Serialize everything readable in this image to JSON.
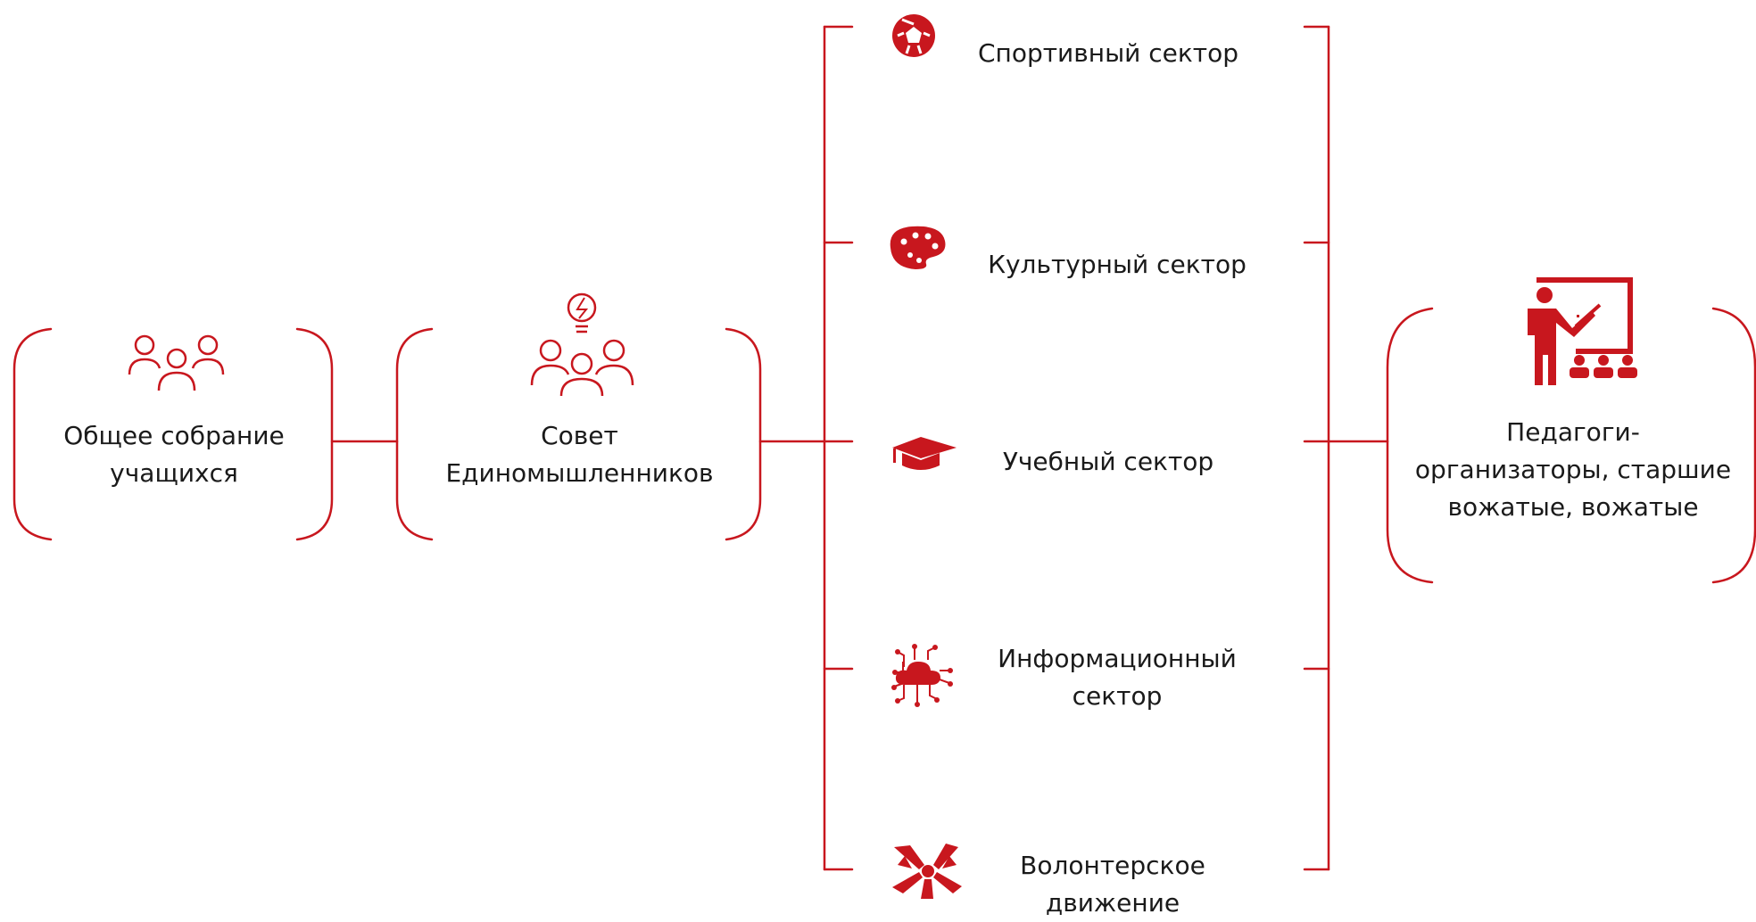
{
  "colors": {
    "accent": "#c8171e",
    "text": "#1a1a1a"
  },
  "nodes": {
    "assembly": {
      "label": "Общее собрание\nучащихся",
      "icon": "people-group-icon"
    },
    "council": {
      "label": "Совет\nЕдиномышленников",
      "icon": "lightbulb-people-icon"
    },
    "teachers": {
      "label": "Педагоги-\nорганизаторы, старшие\nвожатые, вожатые",
      "icon": "teacher-board-icon"
    }
  },
  "sectors": [
    {
      "label": "Спортивный сектор",
      "icon": "soccer-ball-icon"
    },
    {
      "label": "Культурный сектор",
      "icon": "palette-icon"
    },
    {
      "label": "Учебный сектор",
      "icon": "graduation-cap-icon"
    },
    {
      "label": "Информационный\nсектор",
      "icon": "cloud-network-icon"
    },
    {
      "label": "Волонтерское\nдвижение",
      "icon": "joined-hands-icon"
    }
  ]
}
